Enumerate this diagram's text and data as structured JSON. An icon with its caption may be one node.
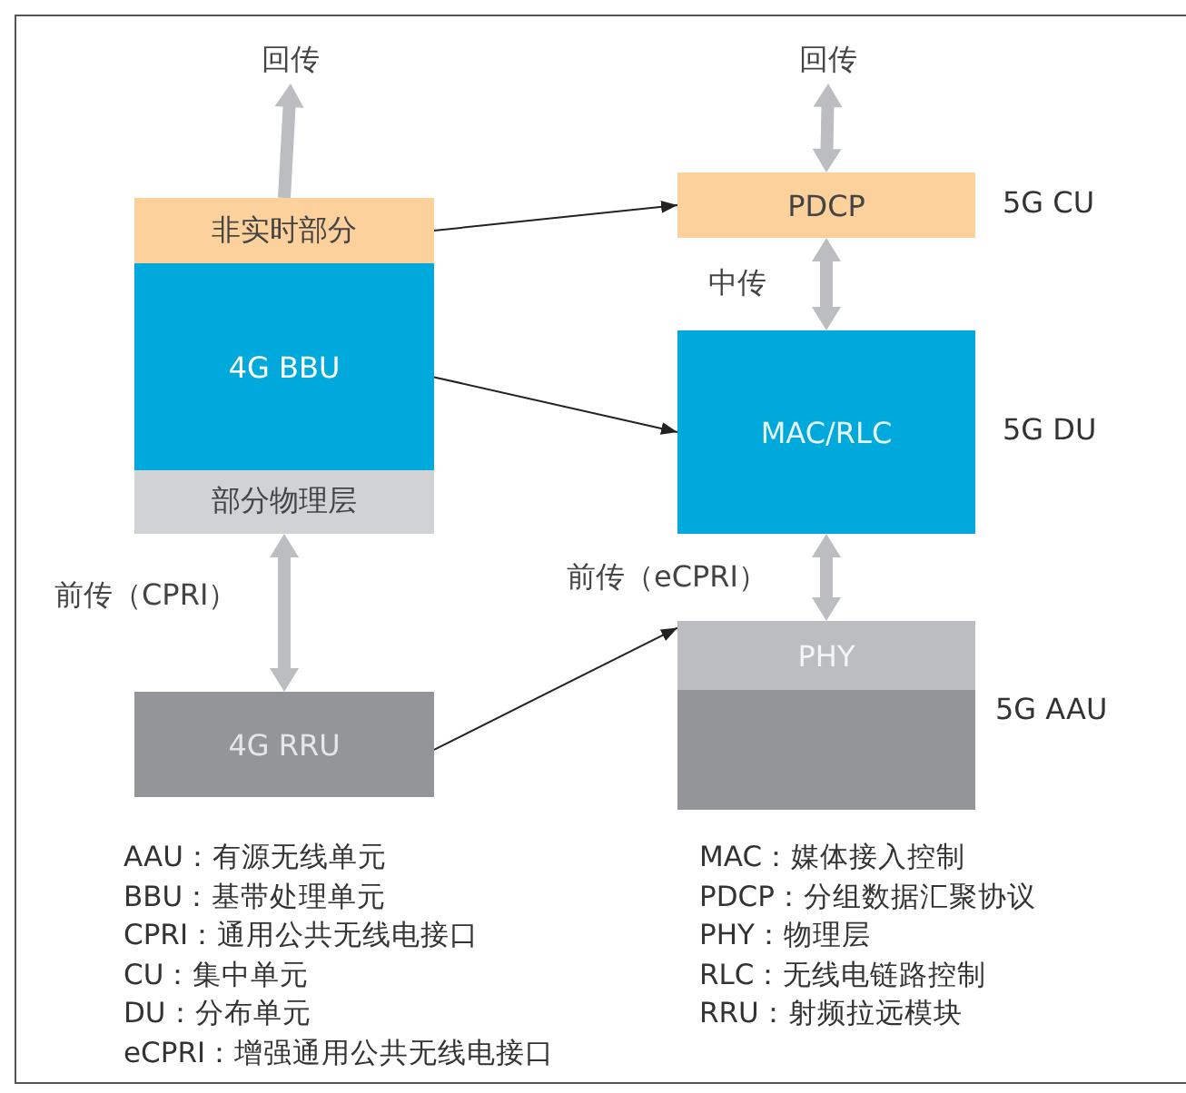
{
  "diagram": {
    "nodes": [
      {
        "text": [
          "非实时部分"
        ]
      },
      {
        "text": [
          "4G BBU"
        ]
      },
      {
        "text": [
          "部分物理层"
        ]
      },
      {
        "text": [
          "4G RRU"
        ]
      },
      {
        "text": [
          "PDCP"
        ],
        "beside": [
          "5G CU"
        ]
      },
      {
        "text": [
          "MAC/RLC"
        ],
        "beside": [
          "5G DU"
        ]
      },
      {
        "text": [],
        "shape": "box",
        "beside": [
          "5G AAU"
        ]
      },
      {
        "text": [
          "PHY"
        ],
        "in": 6
      },
      {
        "text": [
          "回传"
        ]
      },
      {
        "text": [
          "回传"
        ]
      }
    ],
    "edges": [
      {
        "from": 0,
        "to": 8,
        "arrow": "to",
        "style": "thick"
      },
      {
        "from": 9,
        "to": 4,
        "arrow": "both",
        "style": "thick"
      },
      {
        "from": 0,
        "to": 4,
        "arrow": "to",
        "color": "#222222"
      },
      {
        "from": 1,
        "to": 5,
        "arrow": "to",
        "color": "#222222"
      },
      {
        "from": 3,
        "to": 7,
        "arrow": "to",
        "color": "#222222"
      },
      {
        "from": 4,
        "to": 5,
        "arrow": "both",
        "label": "中传",
        "style": "thick"
      },
      {
        "from": 2,
        "to": 3,
        "arrow": "both",
        "label": "前传（CPRI）",
        "style": "thick"
      },
      {
        "from": 5,
        "to": 7,
        "arrow": "both",
        "label": "前传（eCPRI）",
        "style": "thick"
      }
    ],
    "labels": [
      "AAU：有源无线单元",
      "BBU：基带处理单元",
      "CPRI：通用公共无线电接口",
      "CU：集中单元",
      "DU：分布单元",
      "eCPRI：增强通用公共无线电接口",
      "MAC：媒体接入控制",
      "PDCP：分组数据汇聚协议",
      "PHY：物理层",
      "RLC：无线电链路控制",
      "RRU：射频拉远模块"
    ]
  }
}
